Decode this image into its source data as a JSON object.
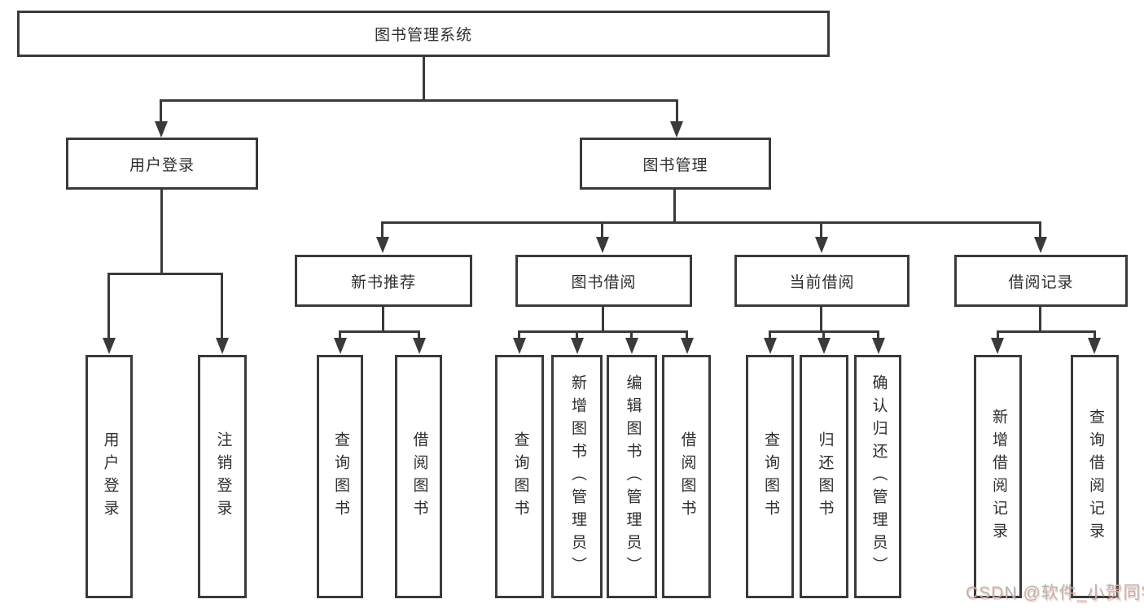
{
  "diagram": {
    "root": {
      "label": "图书管理系统"
    },
    "level1": [
      {
        "label": "用户登录"
      },
      {
        "label": "图书管理"
      }
    ],
    "level2": [
      {
        "label": "新书推荐"
      },
      {
        "label": "图书借阅"
      },
      {
        "label": "当前借阅"
      },
      {
        "label": "借阅记录"
      }
    ],
    "leaves": {
      "user_login": [
        {
          "label": "用户登录"
        },
        {
          "label": "注销登录"
        }
      ],
      "new_books": [
        {
          "label": "查询图书"
        },
        {
          "label": "借阅图书"
        }
      ],
      "book_borrow": [
        {
          "label": "查询图书"
        },
        {
          "label": "新增图书（管理员）"
        },
        {
          "label": "编辑图书（管理员）"
        },
        {
          "label": "借阅图书"
        }
      ],
      "current_borrow": [
        {
          "label": "查询图书"
        },
        {
          "label": "归还图书"
        },
        {
          "label": "确认归还（管理员）"
        }
      ],
      "borrow_records": [
        {
          "label": "新增借阅记录"
        },
        {
          "label": "查询借阅记录"
        }
      ]
    }
  },
  "watermark": {
    "text": "CSDN @软件_小贺同学"
  },
  "colors": {
    "line": "#3a3a3a",
    "text": "#2f2f2f",
    "background": "#ffffff",
    "watermark_gray": "#b5b5b5",
    "watermark_red": "#fc5531"
  }
}
